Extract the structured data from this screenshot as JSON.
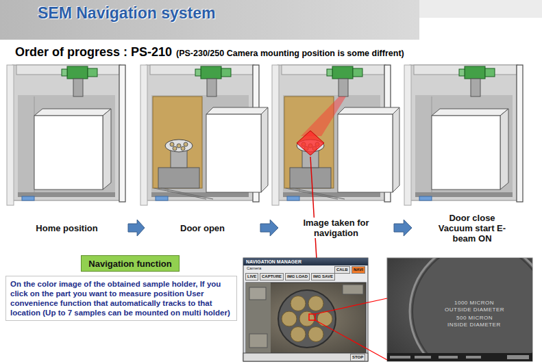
{
  "diagram": {
    "title": "SEM Navigation system",
    "nodes": [
      {
        "text": [
          "Home position"
        ]
      },
      {
        "text": [
          "Door open"
        ]
      },
      {
        "text": [
          "Image taken for navigation"
        ]
      },
      {
        "text": [
          "Door close Vacuum start E-beam ON"
        ]
      },
      {
        "text": [
          "Navigation function"
        ]
      },
      {
        "text": [
          "On the color image of the obtained sample holder, If you click on the part you want to measure position User convenience function that automatically tracks to that location (Up to 7 samples can be mounted on multi holder)"
        ]
      },
      {
        "text": [
          "NAVIGATION MANAGER"
        ]
      },
      {
        "text": [
          "LIVE"
        ],
        "in": 6
      },
      {
        "text": [
          "CAPTURE"
        ],
        "in": 6
      },
      {
        "text": [
          "IMG LOAD"
        ],
        "in": 6
      },
      {
        "text": [
          "IMG SAVE"
        ],
        "in": 6
      },
      {
        "text": [
          "CALB"
        ],
        "in": 6
      },
      {
        "text": [
          "NAVI"
        ],
        "in": 6
      },
      {
        "text": [
          "STOP"
        ],
        "in": 6
      }
    ],
    "edges": [
      {
        "from": 0,
        "to": 1,
        "arrow": "to"
      },
      {
        "from": 1,
        "to": 2,
        "arrow": "to"
      },
      {
        "from": 2,
        "to": 3,
        "arrow": "to"
      }
    ],
    "labels": [
      "Order of progress : PS-210",
      "(PS-230/250 Camera mounting position is some diffrent)",
      "Camera",
      "1000 MICRON",
      "OUTSIDE DIAMETER",
      "500 MICRON",
      "INSIDE DIAMETER"
    ]
  }
}
